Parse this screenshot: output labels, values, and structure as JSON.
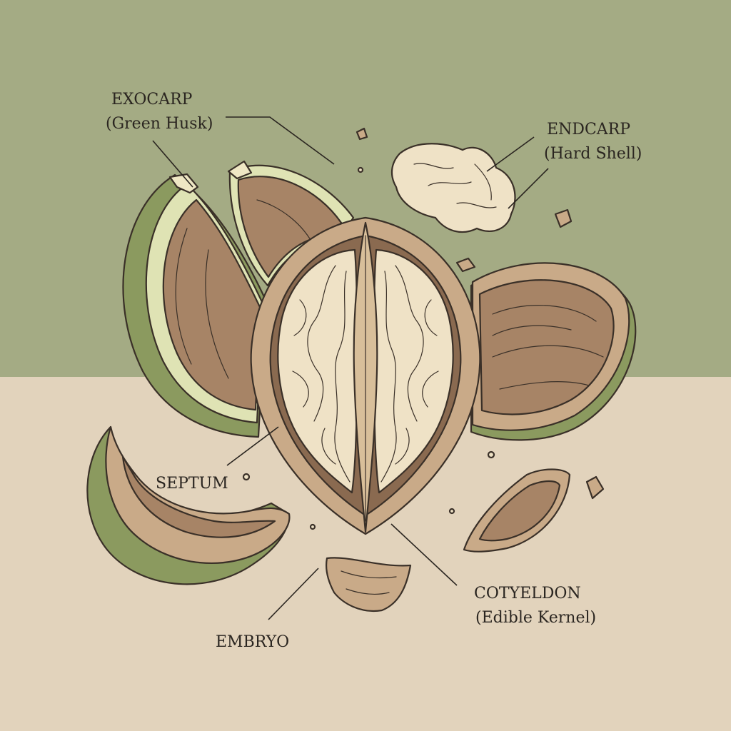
{
  "colors": {
    "background_top": "#a4ab84",
    "background_bottom": "#e2d3bc",
    "husk_green": "#8b9a5f",
    "husk_light": "#dfe3b4",
    "shell_tan": "#c9aa88",
    "shell_inner": "#a78466",
    "kernel": "#efe2c6",
    "ink": "#2a2520"
  },
  "labels": {
    "exocarp": {
      "line1": "EXOCARP",
      "line2": "(Green Husk)"
    },
    "endocarp": {
      "line1": "ENDCARP",
      "line2": "(Hard Shell)"
    },
    "septum": {
      "line1": "SEPTUM"
    },
    "cotyledon": {
      "line1": "COTYELDON",
      "line2": "(Edible Kernel)"
    },
    "embryo": {
      "line1": "EMBRYO"
    }
  }
}
